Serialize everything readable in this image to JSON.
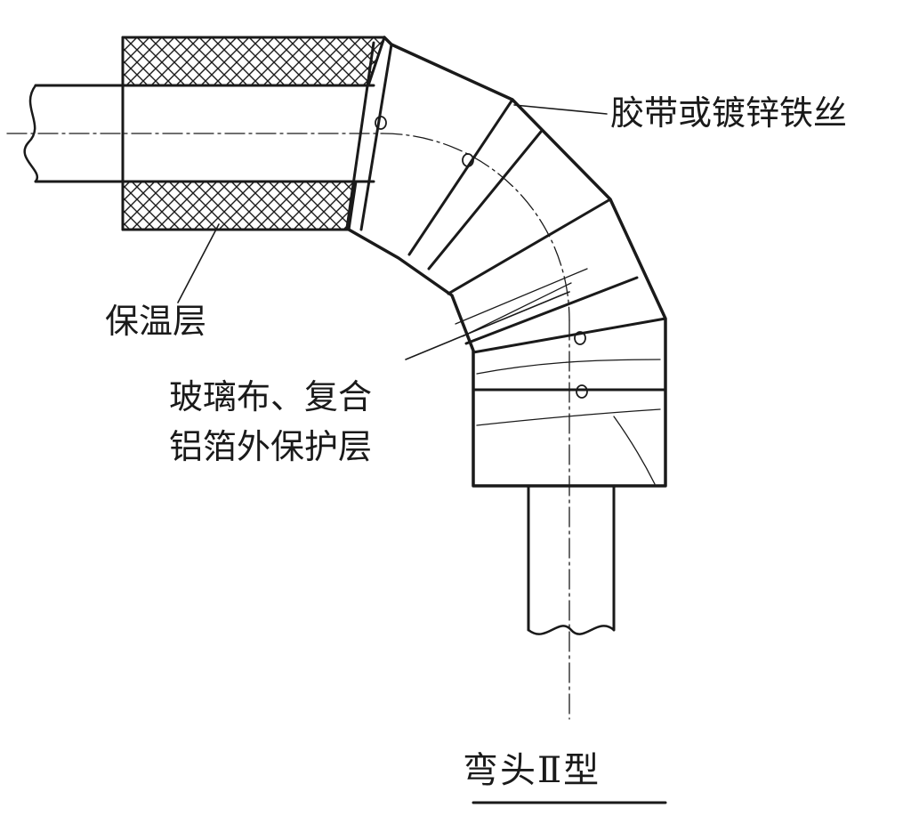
{
  "diagram": {
    "labels": {
      "tape_or_wire": "胶带或镀锌铁丝",
      "insulation_layer": "保温层",
      "outer_protection_line1": "玻璃布、复合",
      "outer_protection_line2": "铝箔外保护层"
    },
    "title": "弯头Ⅱ型",
    "colors": {
      "ink": "#1a1a1a",
      "background": "#ffffff"
    }
  }
}
